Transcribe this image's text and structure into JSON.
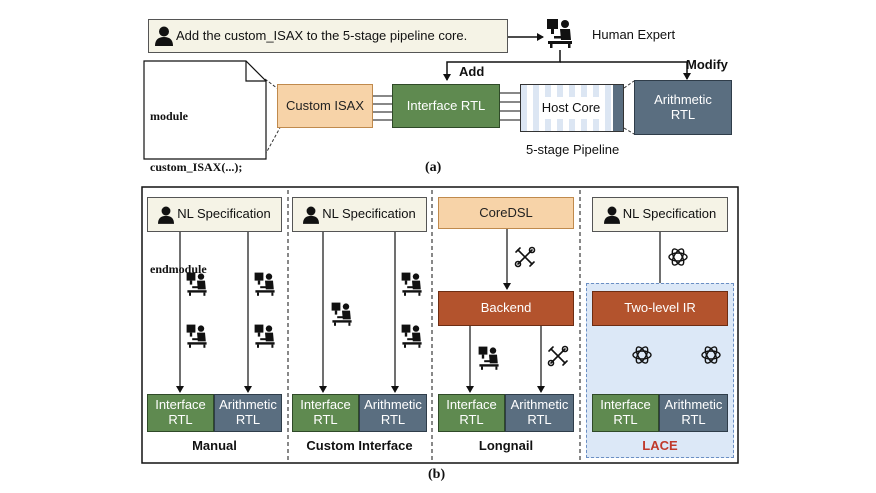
{
  "part_a": {
    "prompt": "Add the custom_ISAX to the 5-stage pipeline core.",
    "human_expert": "Human Expert",
    "code_lines": [
      "module",
      "custom_ISAX(...);",
      "...",
      "endmodule"
    ],
    "custom_isax": "Custom ISAX",
    "interface_rtl": "Interface RTL",
    "host_core": "Host Core",
    "pipeline_label": "5-stage Pipeline",
    "arithmetic_rtl_l1": "Arithmetic",
    "arithmetic_rtl_l2": "RTL",
    "add_label": "Add",
    "modify_label": "Modify",
    "caption": "(a)"
  },
  "part_b": {
    "caption": "(b)",
    "interface_l1": "Interface",
    "arithmetic_l1": "Arithmetic",
    "rtl": "RTL",
    "columns": [
      {
        "name": "Manual",
        "top": "NL Specification"
      },
      {
        "name": "Custom Interface",
        "top": "NL Specification"
      },
      {
        "name": "Longnail",
        "top": "CoreDSL",
        "middle": "Backend"
      },
      {
        "name": "LACE",
        "top": "NL Specification",
        "middle": "Two-level IR"
      }
    ]
  },
  "colors": {
    "green": "#5f8a50",
    "slate": "#5a6e80",
    "peach": "#f7d3a8",
    "rust": "#b3532d",
    "spec_bg": "#f5f3e6",
    "lace_bg": "#dce8f7",
    "lace_text": "#c0392b"
  },
  "icons": [
    "person-icon",
    "human-expert-icon",
    "tool-icon",
    "llm-icon"
  ]
}
